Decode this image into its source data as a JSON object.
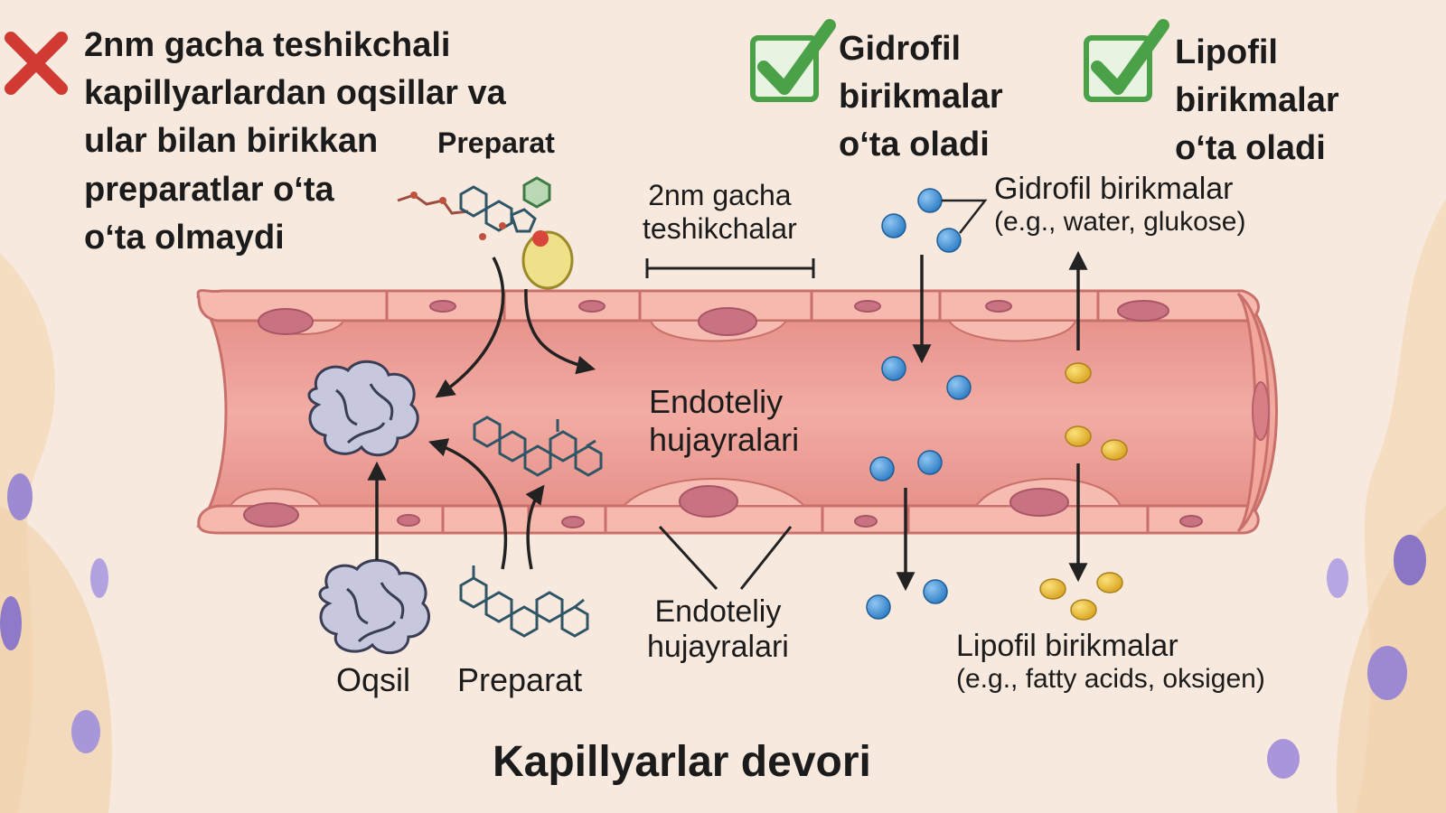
{
  "blocked_note": {
    "icon": "red-x-icon",
    "lines": [
      "2nm gacha teshikchali",
      "kapillyarlardan oqsillar va",
      "ular bilan birikkan",
      "preparatlar o‘ta",
      "o‘ta olmaydi"
    ]
  },
  "hydrophilic_note": {
    "icon": "green-check-icon",
    "lines": [
      "Gidrofil",
      "birikmalar",
      "o‘ta oladi"
    ]
  },
  "lipophilic_note": {
    "icon": "green-check-icon",
    "lines": [
      "Lipofil",
      "birikmalar",
      "o‘ta oladi"
    ]
  },
  "labels": {
    "preparat_top": "Preparat",
    "pore_size": [
      "2nm gacha",
      "teshikchalar"
    ],
    "endothelium_inner": [
      "Endoteliy",
      "hujayralari"
    ],
    "endothelium_bottom": [
      "Endoteliy",
      "hujayralari"
    ],
    "protein": "Oqsil",
    "preparat_bottom": "Preparat",
    "hydrophilic_legend": [
      "Gidrofil birikmalar",
      "(e.g.,  water, glukose)"
    ],
    "lipophilic_legend": [
      "Lipofil birikmalar",
      "(e.g., fatty acids, oksigen)"
    ]
  },
  "title": "Kapillyarlar devori",
  "colors": {
    "background": "#f8e9df",
    "vessel": "#e89990",
    "vessel_wall": "#f4b2a8",
    "nucleus": "#c7707e",
    "hydrophilic_particle": "#3c8fd3",
    "lipophilic_particle": "#e4b72e",
    "check": "#4aa148",
    "cross": "#d03a32"
  }
}
